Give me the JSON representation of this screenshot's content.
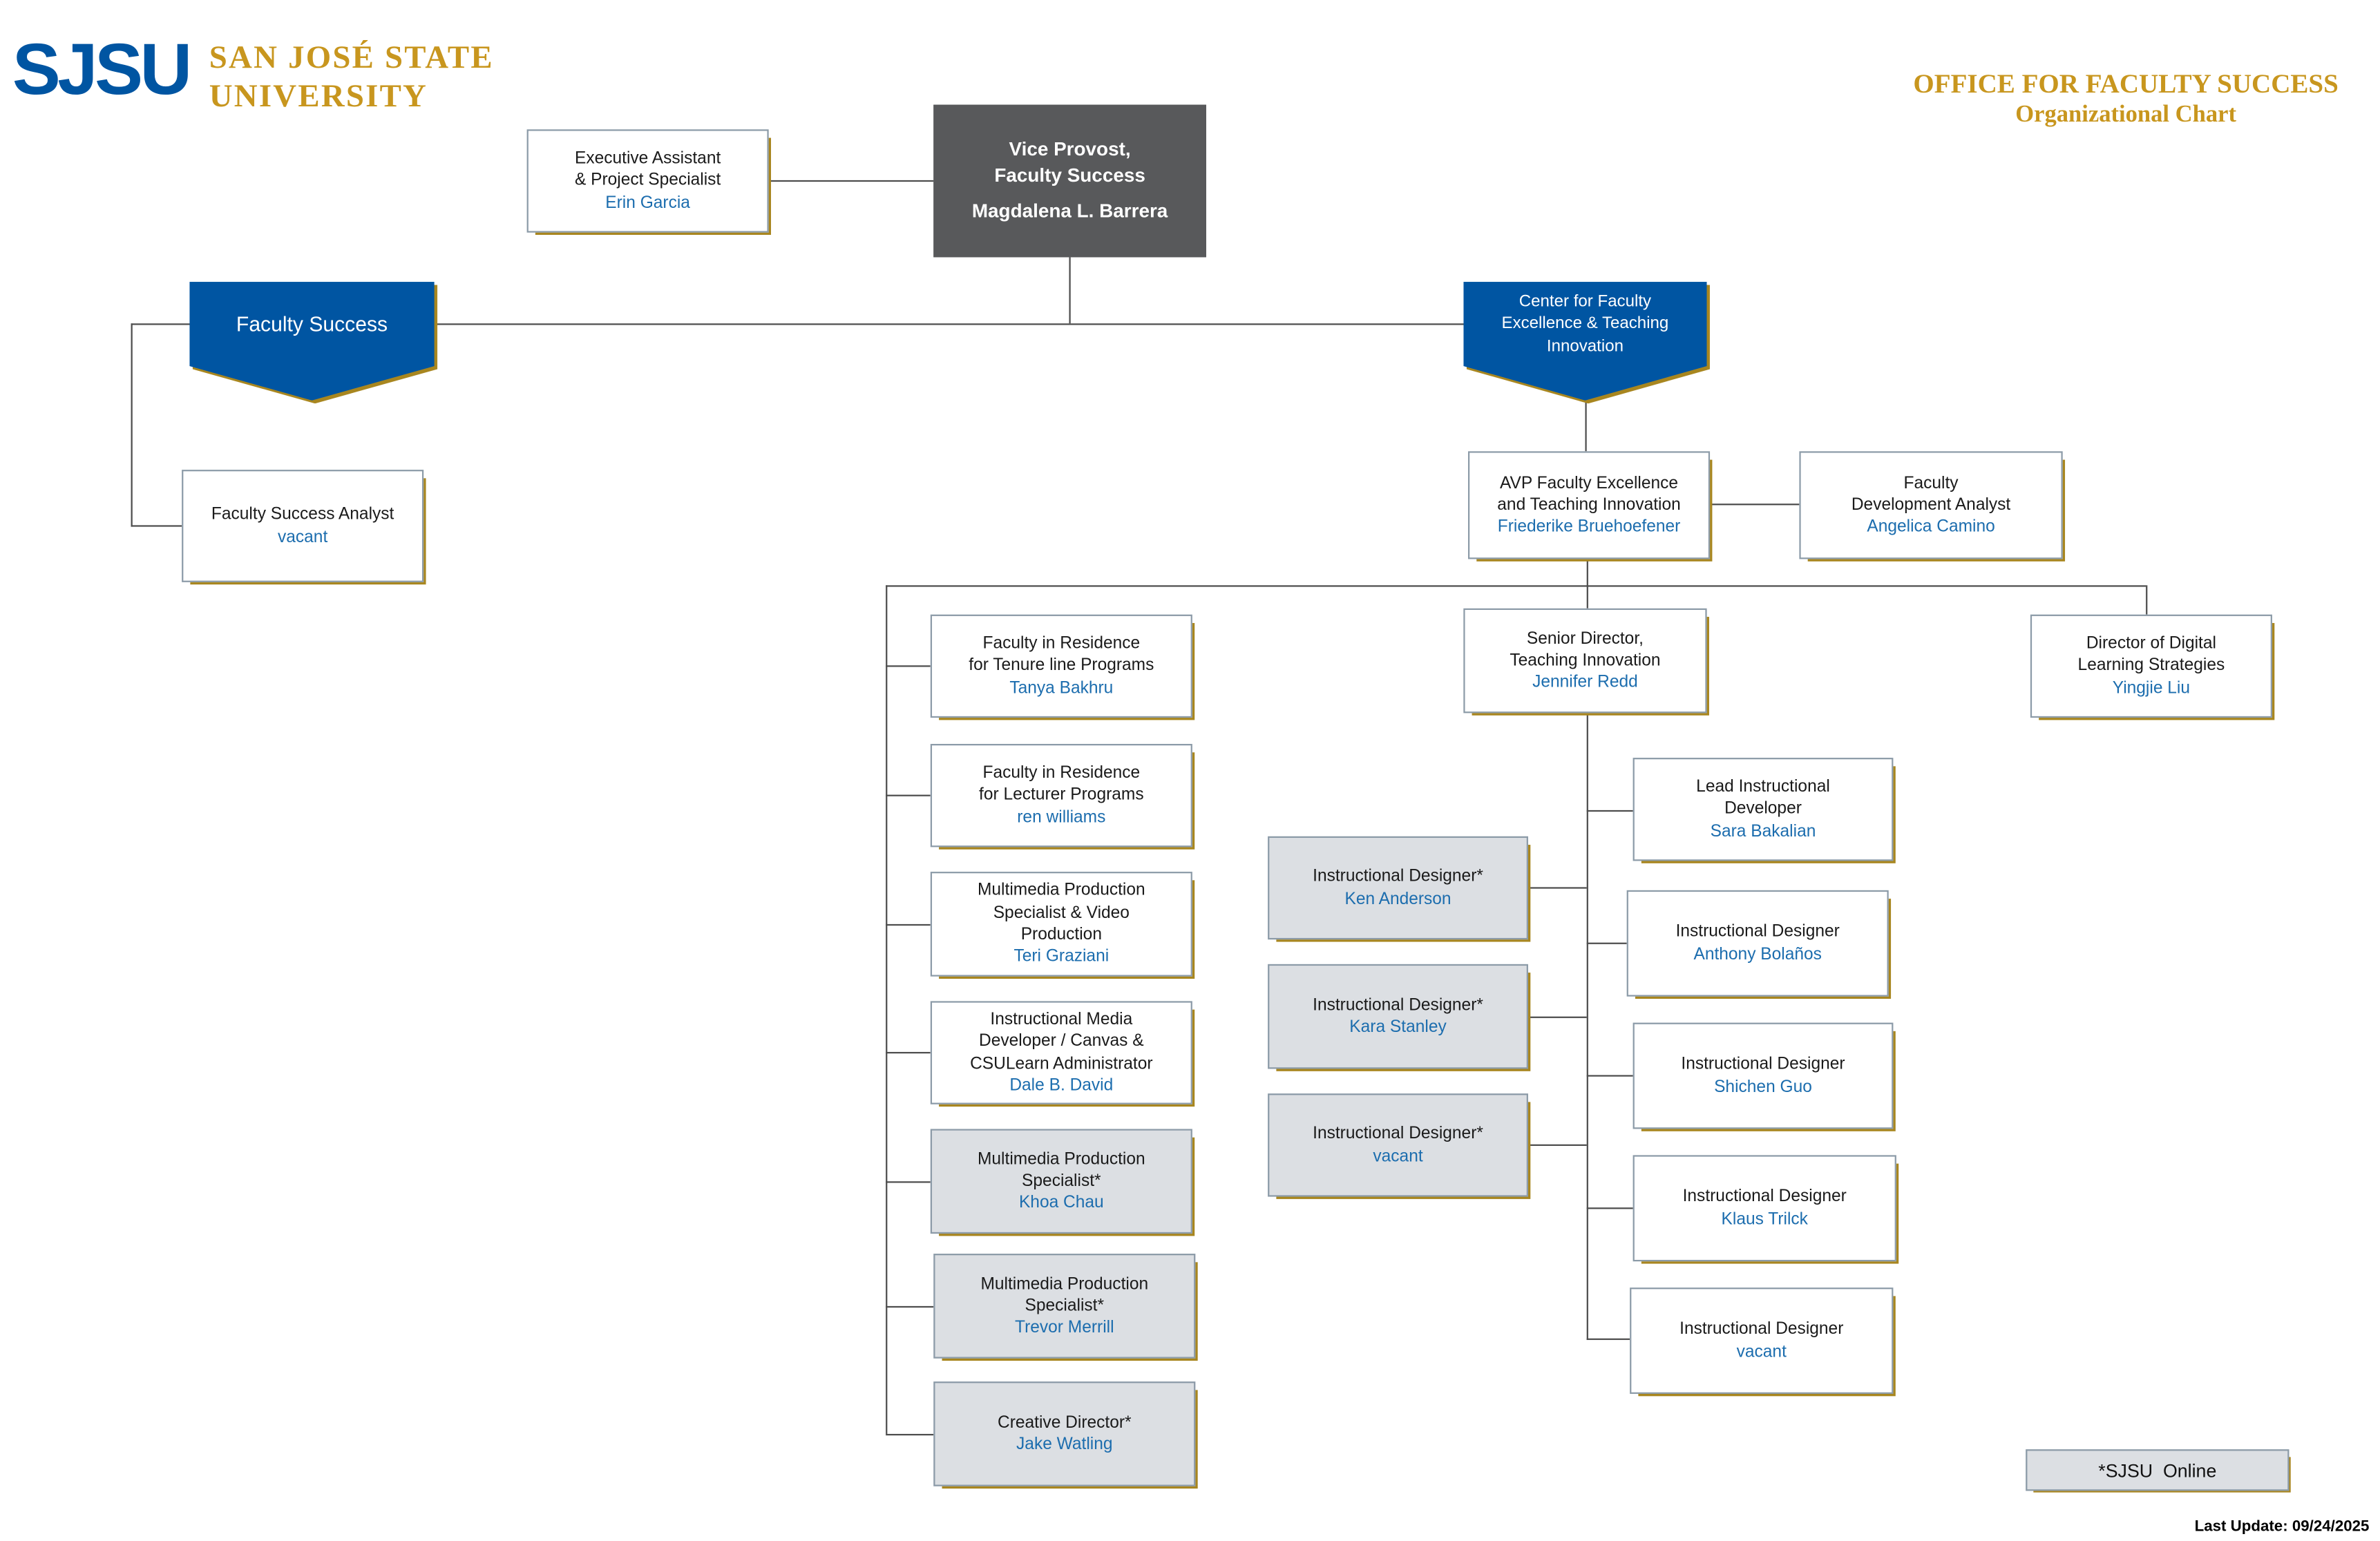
{
  "logo": {
    "acronym": "SJSU",
    "line1": "SAN JOSÉ STATE",
    "line2": "UNIVERSITY"
  },
  "header": {
    "title": "OFFICE FOR FACULTY SUCCESS",
    "subtitle": "Organizational Chart"
  },
  "legend": {
    "label": "*SJSU  Online"
  },
  "footer": {
    "last_update": "Last Update: 09/24/2025"
  },
  "colors": {
    "sjsu_blue": "#0055A2",
    "sjsu_gold": "#C8961E",
    "box_border": "#8C9BA8",
    "box_shadow_gold": "#A8861F",
    "name_text_blue": "#1C6DAE",
    "dark_box_gray": "#58595B",
    "sjsu_online_gray": "#DCDFE3"
  },
  "nodes": {
    "executive_assistant": {
      "title": "Executive Assistant\n& Project Specialist",
      "name": "Erin Garcia"
    },
    "vice_provost": {
      "title": "Vice Provost,\nFaculty Success",
      "name": "Magdalena L. Barrera"
    },
    "faculty_success_group": {
      "title": "Faculty Success"
    },
    "cfeti_group": {
      "title": "Center for Faculty\nExcellence & Teaching\nInnovation"
    },
    "faculty_success_analyst": {
      "title": "Faculty Success Analyst",
      "name": "vacant"
    },
    "avp_faculty_excellence": {
      "title": "AVP Faculty Excellence\nand Teaching Innovation",
      "name": "Friederike Bruehoefener"
    },
    "faculty_development_analyst": {
      "title": "Faculty\nDevelopment Analyst",
      "name": "Angelica Camino"
    },
    "fir_tenure": {
      "title": "Faculty in Residence\nfor Tenure line Programs",
      "name": "Tanya Bakhru"
    },
    "fir_lecturer": {
      "title": "Faculty in Residence\nfor Lecturer Programs",
      "name": "ren williams"
    },
    "multimedia_video": {
      "title": "Multimedia Production\nSpecialist & Video\nProduction",
      "name": "Teri Graziani"
    },
    "instructional_media_dev": {
      "title": "Instructional Media\nDeveloper / Canvas &\nCSULearn Administrator",
      "name": "Dale B. David"
    },
    "multimedia_khoa": {
      "title": "Multimedia Production\nSpecialist*",
      "name": "Khoa Chau"
    },
    "multimedia_trevor": {
      "title": "Multimedia Production\nSpecialist*",
      "name": "Trevor Merrill"
    },
    "creative_director": {
      "title": "Creative Director*",
      "name": "Jake Watling"
    },
    "senior_director": {
      "title": "Senior Director,\nTeaching Innovation",
      "name": "Jennifer Redd"
    },
    "director_digital_learning": {
      "title": "Director of Digital\nLearning Strategies",
      "name": "Yingjie Liu"
    },
    "id_ken": {
      "title": "Instructional Designer*",
      "name": "Ken Anderson"
    },
    "id_kara": {
      "title": "Instructional Designer*",
      "name": "Kara Stanley"
    },
    "id_vacant_sjsu_online": {
      "title": "Instructional Designer*",
      "name": "vacant"
    },
    "lead_instructional_dev": {
      "title": "Lead Instructional\nDeveloper",
      "name": "Sara Bakalian"
    },
    "id_anthony": {
      "title": "Instructional Designer",
      "name": "Anthony Bolaños"
    },
    "id_shichen": {
      "title": "Instructional Designer",
      "name": "Shichen Guo"
    },
    "id_klaus": {
      "title": "Instructional Designer",
      "name": "Klaus Trilck"
    },
    "id_vacant": {
      "title": "Instructional Designer",
      "name": "vacant"
    }
  }
}
